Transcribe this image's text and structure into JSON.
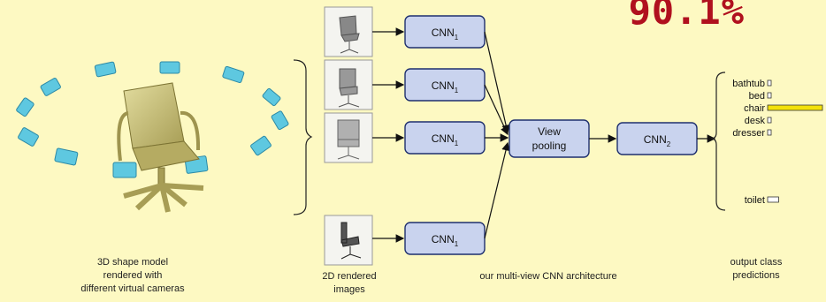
{
  "accuracy": "90.1%",
  "labels": {
    "shape_model": "3D shape model rendered with different virtual cameras",
    "shape_model_lines": [
      "3D shape model",
      "rendered with",
      "different virtual cameras"
    ],
    "rendered_images_lines": [
      "2D rendered",
      "images"
    ],
    "architecture": "our multi-view CNN architecture",
    "output_lines": [
      "output class",
      "predictions"
    ]
  },
  "blocks": {
    "cnn1": "CNN",
    "cnn1_sub": "1",
    "view_pooling_lines": [
      "View",
      "pooling"
    ],
    "cnn2": "CNN",
    "cnn2_sub": "2"
  },
  "classes": [
    {
      "label": "bathtub",
      "score": 0.05
    },
    {
      "label": "bed",
      "score": 0.05
    },
    {
      "label": "chair",
      "score": 1.0
    },
    {
      "label": "desk",
      "score": 0.06
    },
    {
      "label": "dresser",
      "score": 0.04
    },
    {
      "label": "toilet",
      "score": 0.2
    }
  ],
  "colors": {
    "background": "#fdf9c2",
    "block_fill": "#c9d3ee",
    "block_stroke": "#1e2f6e",
    "camera": "#5ec8e0",
    "chair": "#c8bf72",
    "highlight_bar": "#f3e10a",
    "accuracy": "#b0101e"
  }
}
